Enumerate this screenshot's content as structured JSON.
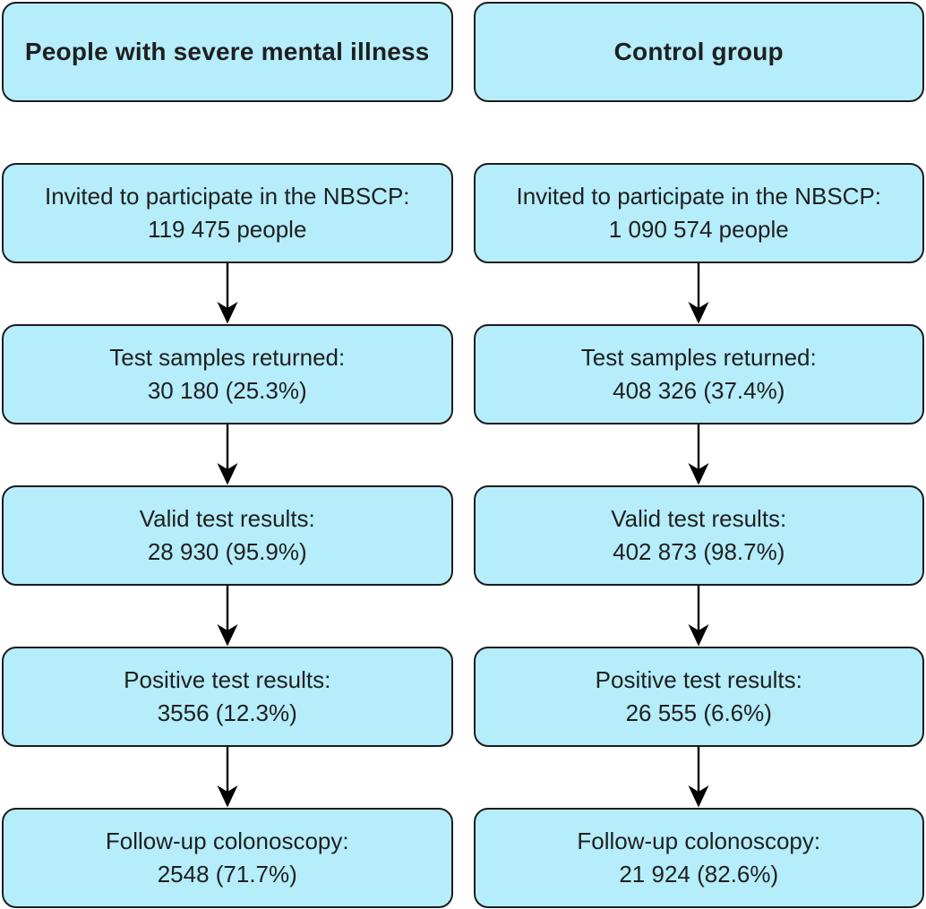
{
  "figure": {
    "colors": {
      "box_fill": "#b5edfb",
      "box_border": "#1c1c1c",
      "arrow": "#000000",
      "background": "#ffffff",
      "text": "#1f1f1f"
    },
    "columns": [
      {
        "header": "People with severe mental illness",
        "steps": [
          {
            "label": "Invited to participate in the NBSCP:",
            "value": "119 475 people"
          },
          {
            "label": "Test samples returned:",
            "value": "30 180 (25.3%)"
          },
          {
            "label": "Valid test results:",
            "value": "28 930 (95.9%)"
          },
          {
            "label": "Positive test results:",
            "value": "3556 (12.3%)"
          },
          {
            "label": "Follow-up colonoscopy:",
            "value": "2548 (71.7%)"
          }
        ]
      },
      {
        "header": "Control group",
        "steps": [
          {
            "label": "Invited to participate in the NBSCP:",
            "value": "1 090 574 people"
          },
          {
            "label": "Test samples returned:",
            "value": "408 326 (37.4%)"
          },
          {
            "label": "Valid test results:",
            "value": "402 873 (98.7%)"
          },
          {
            "label": "Positive test results:",
            "value": "26 555 (6.6%)"
          },
          {
            "label": "Follow-up colonoscopy:",
            "value": "21 924 (82.6%)"
          }
        ]
      }
    ]
  }
}
